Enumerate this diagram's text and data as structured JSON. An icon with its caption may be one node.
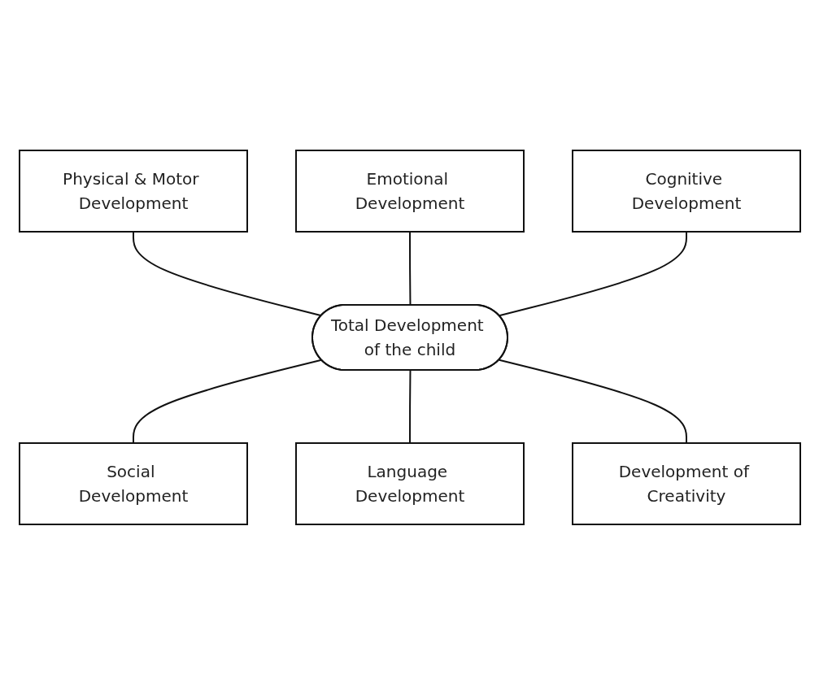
{
  "diagram": {
    "nodes": [
      {
        "text": [
          "Physical & Motor Development"
        ]
      },
      {
        "text": [
          "Emotional Development"
        ]
      },
      {
        "text": [
          "Cognitive Development"
        ]
      },
      {
        "text": [
          "Total Development of the child"
        ]
      },
      {
        "text": [
          "Social Development"
        ]
      },
      {
        "text": [
          "Language Development"
        ]
      },
      {
        "text": [
          "Development of Creativity"
        ]
      }
    ],
    "edges": [
      {
        "from": 0,
        "to": 3,
        "arrow": "none"
      },
      {
        "from": 1,
        "to": 3,
        "arrow": "none"
      },
      {
        "from": 2,
        "to": 3,
        "arrow": "none"
      },
      {
        "from": 3,
        "to": 4,
        "arrow": "none"
      },
      {
        "from": 3,
        "to": 5,
        "arrow": "none"
      },
      {
        "from": 3,
        "to": 6,
        "arrow": "none"
      }
    ]
  }
}
